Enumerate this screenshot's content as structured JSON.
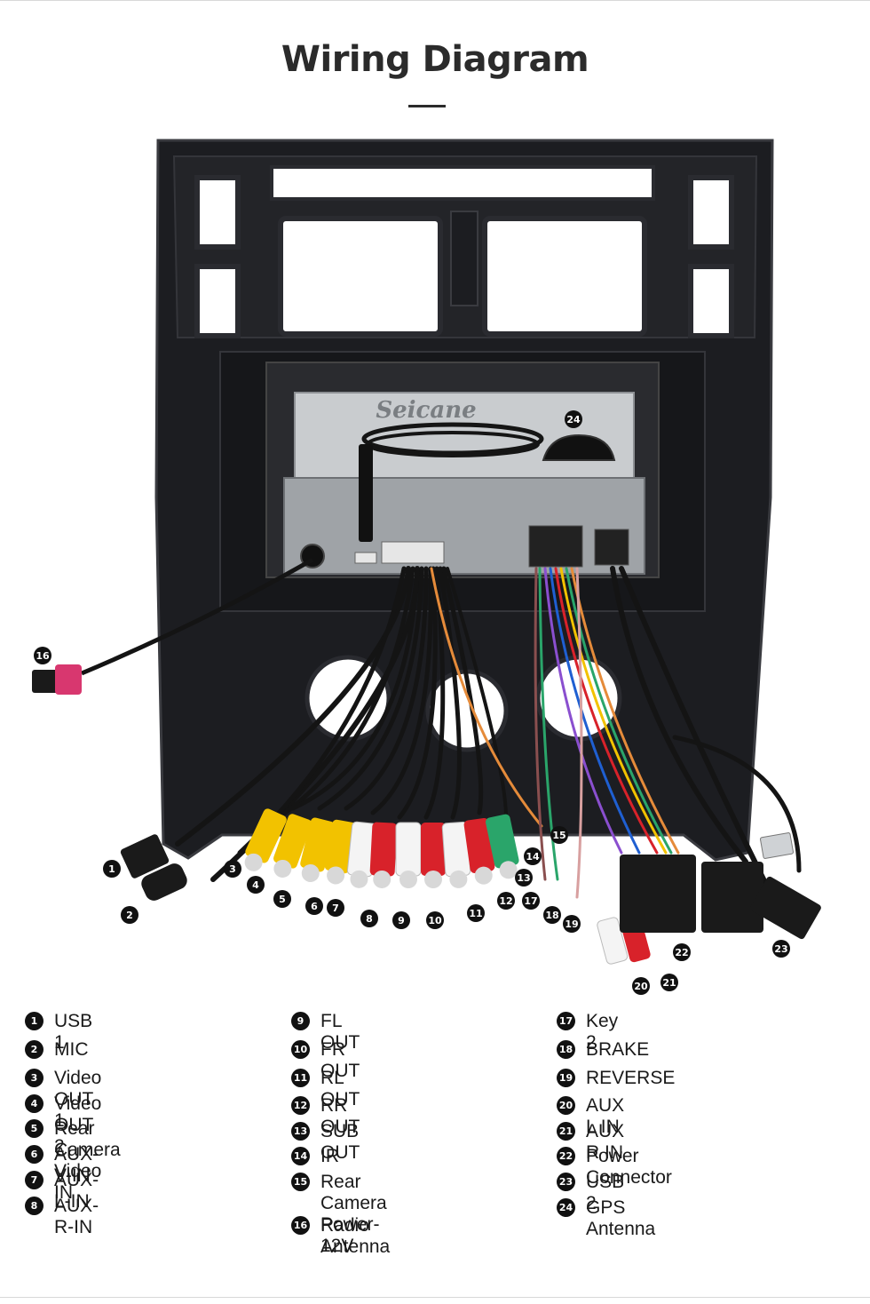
{
  "title": "Wiring Diagram",
  "brand_text": "Seicane",
  "colors": {
    "panel": "#1c1d21",
    "panel_edge": "#3a3b40",
    "metal": "#b9bcbf",
    "rca_yellow": "#f2c200",
    "rca_white": "#f4f4f4",
    "rca_red": "#d8222a",
    "rca_green": "#2aa56a",
    "badge": "#111111"
  },
  "diagram_markers": [
    {
      "id": "16",
      "label": "16"
    },
    {
      "id": "24",
      "label": "24"
    },
    {
      "id": "1",
      "label": "1"
    },
    {
      "id": "2",
      "label": "2"
    },
    {
      "id": "3",
      "label": "3"
    },
    {
      "id": "4",
      "label": "4"
    },
    {
      "id": "5",
      "label": "5"
    },
    {
      "id": "6",
      "label": "6"
    },
    {
      "id": "7",
      "label": "7"
    },
    {
      "id": "8",
      "label": "8"
    },
    {
      "id": "9",
      "label": "9"
    },
    {
      "id": "10",
      "label": "10"
    },
    {
      "id": "11",
      "label": "11"
    },
    {
      "id": "12",
      "label": "12"
    },
    {
      "id": "13",
      "label": "13"
    },
    {
      "id": "14",
      "label": "14"
    },
    {
      "id": "15",
      "label": "15"
    },
    {
      "id": "17",
      "label": "17"
    },
    {
      "id": "18",
      "label": "18"
    },
    {
      "id": "19",
      "label": "19"
    },
    {
      "id": "20",
      "label": "20"
    },
    {
      "id": "21",
      "label": "21"
    },
    {
      "id": "22",
      "label": "22"
    },
    {
      "id": "23",
      "label": "23"
    }
  ],
  "legend": {
    "col1": [
      {
        "num": "1",
        "label": "USB 1"
      },
      {
        "num": "2",
        "label": "MIC"
      },
      {
        "num": "3",
        "label": "Video OUT 1"
      },
      {
        "num": "4",
        "label": "Video OUT 2"
      },
      {
        "num": "5",
        "label": "Rear Camera Video IN"
      },
      {
        "num": "6",
        "label": "AUX-V-IN"
      },
      {
        "num": "7",
        "label": "AUX-L-IN"
      },
      {
        "num": "8",
        "label": "AUX-R-IN"
      }
    ],
    "col2": [
      {
        "num": "9",
        "label": "FL OUT"
      },
      {
        "num": "10",
        "label": "FR OUT"
      },
      {
        "num": "11",
        "label": "RL OUT"
      },
      {
        "num": "12",
        "label": "RR OUT"
      },
      {
        "num": "13",
        "label": "SUB OUT"
      },
      {
        "num": "14",
        "label": "IR"
      },
      {
        "num": "15",
        "label": "Rear Camera\nPower-12V"
      },
      {
        "num": "16",
        "label": "Radio Antenna"
      }
    ],
    "col3": [
      {
        "num": "17",
        "label": "Key 2"
      },
      {
        "num": "18",
        "label": "BRAKE"
      },
      {
        "num": "19",
        "label": "REVERSE"
      },
      {
        "num": "20",
        "label": "AUX L IN"
      },
      {
        "num": "21",
        "label": "AUX R IN"
      },
      {
        "num": "22",
        "label": "Power Connector"
      },
      {
        "num": "23",
        "label": "USB 2"
      },
      {
        "num": "24",
        "label": "GPS Antenna"
      }
    ]
  }
}
